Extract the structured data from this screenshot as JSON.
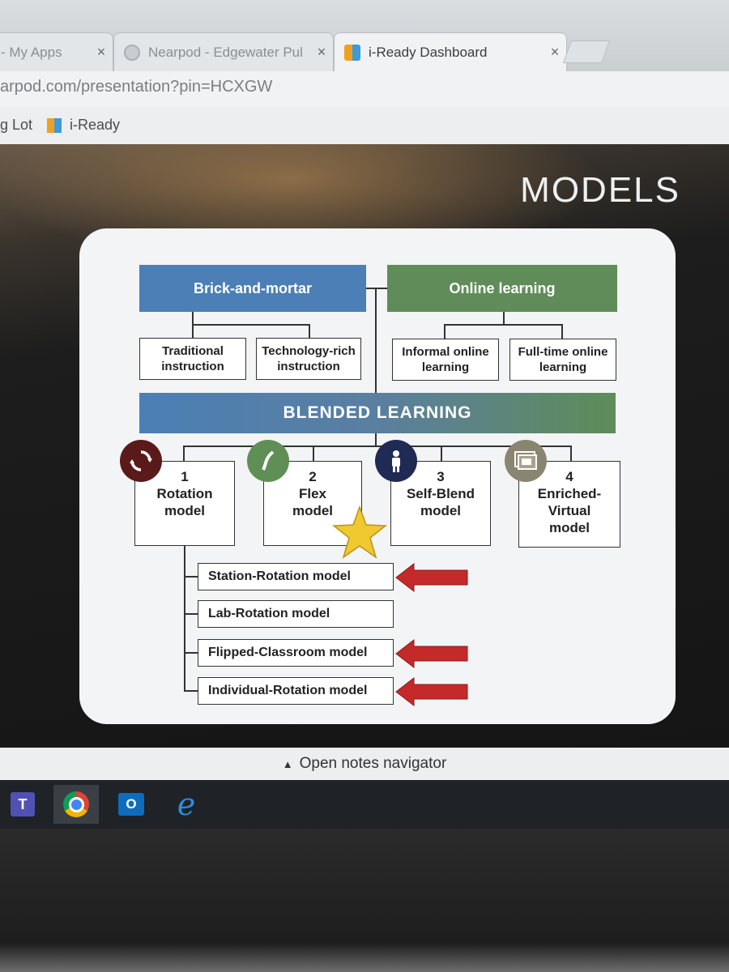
{
  "browser": {
    "tabs": [
      {
        "label": "- My Apps",
        "close": "×"
      },
      {
        "label": "Nearpod - Edgewater Pul",
        "close": "×"
      },
      {
        "label": "i-Ready Dashboard",
        "close": "×"
      }
    ],
    "url": "arpod.com/presentation?pin=HCXGW",
    "bookmarks": [
      {
        "label": "g Lot"
      },
      {
        "label": "i-Ready",
        "icon": "iready-icon"
      }
    ]
  },
  "slide": {
    "title": "MODELS",
    "diagram": {
      "brick_and_mortar": "Brick-and-mortar",
      "online_learning": "Online learning",
      "traditional": "Traditional instruction",
      "technology_rich": "Technology-rich instruction",
      "informal_online": "Informal online learning",
      "full_time_online": "Full-time online learning",
      "blended": "BLENDED LEARNING",
      "models": [
        {
          "num": "1",
          "name": "Rotation model",
          "icon": "rotation-icon",
          "color": "#5b1a1a"
        },
        {
          "num": "2",
          "name": "Flex model",
          "icon": "flex-icon",
          "color": "#5f8f55"
        },
        {
          "num": "3",
          "name": "Self-Blend model",
          "icon": "person-icon",
          "color": "#1f2a55"
        },
        {
          "num": "4",
          "name": "Enriched-Virtual model",
          "icon": "screens-icon",
          "color": "#8a8570"
        }
      ],
      "rotation_models": [
        {
          "name": "Station-Rotation model",
          "arrow": true
        },
        {
          "name": "Lab-Rotation model",
          "arrow": false
        },
        {
          "name": "Flipped-Classroom model",
          "arrow": true
        },
        {
          "name": "Individual-Rotation model",
          "arrow": true
        }
      ],
      "colors": {
        "blue": "#4b7fb5",
        "green": "#5f8c58",
        "arrow": "#c42a2a",
        "star": "#f0c830"
      }
    }
  },
  "notes": {
    "label": "Open notes navigator",
    "icon": "triangle-up-icon"
  },
  "taskbar": [
    {
      "name": "teams-icon",
      "label": "T"
    },
    {
      "name": "chrome-icon"
    },
    {
      "name": "outlook-icon",
      "label": "O"
    },
    {
      "name": "ie-icon",
      "label": "e"
    }
  ]
}
